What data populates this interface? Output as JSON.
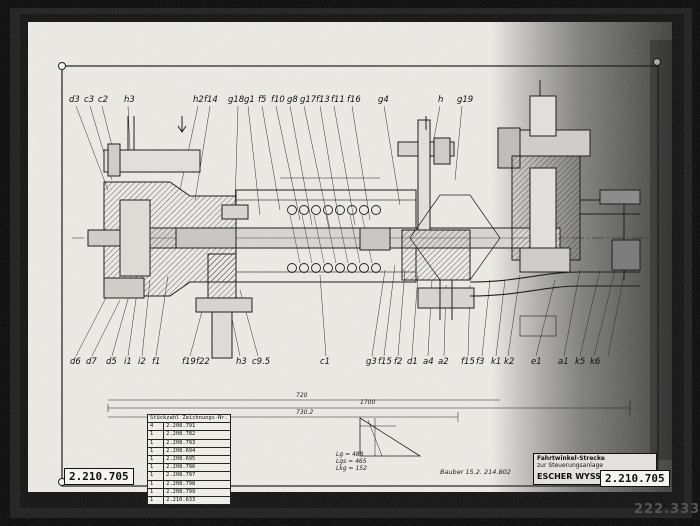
{
  "drawing": {
    "number_left": "2.210.705",
    "number_right": "2.210.705",
    "archive_number": "222.333",
    "footer_note": "Bauber 15.2. 214.802"
  },
  "title_block": {
    "line1": "Fahrtwinkel-Strecke",
    "line2": "zur Steuerungsanlage",
    "maker": "ESCHER WYSS"
  },
  "labels_top": [
    "d3",
    "c3",
    "c2",
    "h3",
    "h2",
    "f14",
    "g18",
    "g1",
    "f5",
    "f10",
    "g8",
    "g17",
    "f13",
    "f11",
    "f16",
    "g4",
    "h",
    "g19"
  ],
  "labels_bottom": [
    "d6",
    "d7",
    "d5",
    "i1",
    "i2",
    "f1",
    "f19",
    "f22",
    "h3",
    "c9.5",
    "c1",
    "g3",
    "f15",
    "f2",
    "d1",
    "a4",
    "a2",
    "f15",
    "f3",
    "k1",
    "k2",
    "e1",
    "a1",
    "k5",
    "k6"
  ],
  "parts_table": {
    "header": "Stückzahl Zeichnungs-Nr.",
    "rows": [
      [
        "4",
        "2.208.791"
      ],
      [
        "1",
        "2.208.782"
      ],
      [
        "1",
        "2.208.793"
      ],
      [
        "1",
        "2.208.694"
      ],
      [
        "1",
        "2.208.695"
      ],
      [
        "1",
        "2.208.796"
      ],
      [
        "1",
        "2.208.797"
      ],
      [
        "1",
        "2.208.798"
      ],
      [
        "1",
        "2.208.799"
      ],
      [
        "1",
        "2.210.633"
      ]
    ]
  },
  "dimensions": {
    "overall": "1700",
    "lower": "730.2",
    "sub": "720"
  },
  "triangle_notes": [
    "Lg = 488",
    "Lgs = 465",
    "Lkg = 152"
  ]
}
